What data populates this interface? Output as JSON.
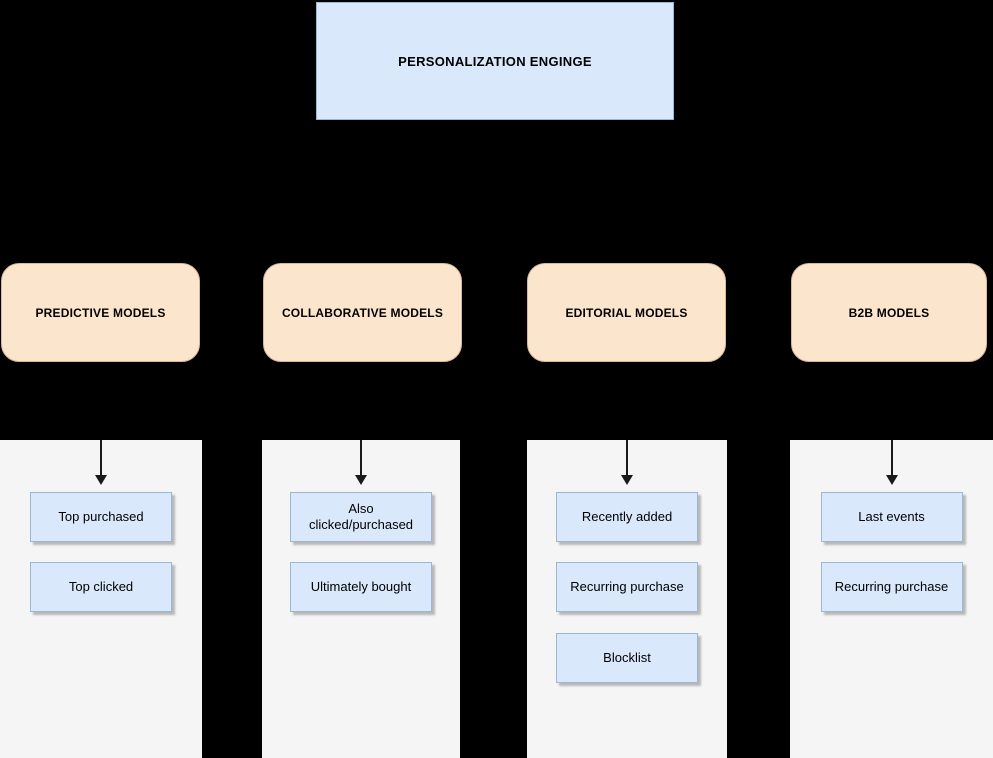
{
  "root": {
    "label": "PERSONALIZATION ENGINGE"
  },
  "columns": [
    {
      "header": "PREDICTIVE MODELS",
      "items": [
        "Top purchased",
        "Top clicked"
      ]
    },
    {
      "header": "COLLABORATIVE MODELS",
      "items": [
        "Also clicked/purchased",
        "Ultimately bought"
      ]
    },
    {
      "header": "EDITORIAL MODELS",
      "items": [
        "Recently added",
        "Recurring purchase",
        "Blocklist"
      ]
    },
    {
      "header": "B2B MODELS",
      "items": [
        "Last events",
        "Recurring purchase"
      ]
    }
  ],
  "colors": {
    "background": "#000000",
    "root_fill": "#DAE8FC",
    "header_fill": "#FCE5CD",
    "item_fill": "#DAE8FC",
    "column_fill": "#F5F5F5",
    "arrow": "#1A1A1A"
  }
}
